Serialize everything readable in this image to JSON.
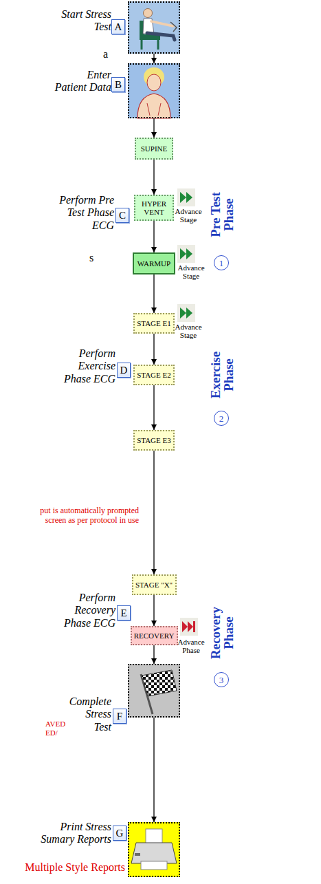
{
  "diagram": {
    "nodes": [
      {
        "text": [
          "Start Stress Test"
        ]
      },
      {
        "text": [
          "A"
        ]
      },
      {
        "text": [
          "Enter Patient Data"
        ]
      },
      {
        "text": [
          "B"
        ]
      },
      {
        "text": [
          "SUPINE"
        ]
      },
      {
        "text": [
          "HYPER VENT"
        ]
      },
      {
        "text": [
          "WARMUP"
        ]
      },
      {
        "text": [
          "C"
        ]
      },
      {
        "text": [
          "1"
        ]
      },
      {
        "text": [
          "STAGE E1"
        ]
      },
      {
        "text": [
          "STAGE E2"
        ]
      },
      {
        "text": [
          "D"
        ]
      },
      {
        "text": [
          "2"
        ]
      },
      {
        "text": [
          "STAGE E3"
        ]
      },
      {
        "text": [
          "STAGE \"X\""
        ]
      },
      {
        "text": [
          "E"
        ]
      },
      {
        "text": [
          "RECOVERY"
        ]
      },
      {
        "text": [
          "3"
        ]
      },
      {
        "text": [
          "Complete Stress Test"
        ]
      },
      {
        "text": [
          "F"
        ]
      },
      {
        "text": [
          "Print Stress Sumary Reports"
        ]
      },
      {
        "text": [
          "G"
        ]
      }
    ],
    "edges": [
      {
        "from": 0,
        "to": 2,
        "arrow": "to"
      },
      {
        "from": 2,
        "to": 4,
        "arrow": "to"
      },
      {
        "from": 4,
        "to": 5,
        "arrow": "to"
      },
      {
        "from": 5,
        "to": 6,
        "arrow": "to"
      },
      {
        "from": 6,
        "to": 9,
        "arrow": "to"
      },
      {
        "from": 9,
        "to": 10,
        "arrow": "to"
      },
      {
        "from": 10,
        "to": 13,
        "arrow": "to"
      },
      {
        "from": 13,
        "to": 14,
        "arrow": "to"
      },
      {
        "from": 14,
        "to": 16,
        "arrow": "to"
      },
      {
        "from": 16,
        "to": 18,
        "arrow": "to"
      },
      {
        "from": 18,
        "to": 20,
        "arrow": "to"
      }
    ],
    "labels": [
      "Perform Pre Test Phase ECG",
      "Advance Stage",
      "Advance Stage",
      "Advance Stage",
      "Pre Test Phase",
      "Perform Exercise Phase ECG",
      "Exercise Phase",
      "put is automatically prompted screen as per protocol in use",
      "Perform Recovery Phase ECG",
      "Advance Phase",
      "Recovery Phase",
      "AVED ED/",
      "Multiple Style Reports",
      "a",
      "s"
    ]
  }
}
